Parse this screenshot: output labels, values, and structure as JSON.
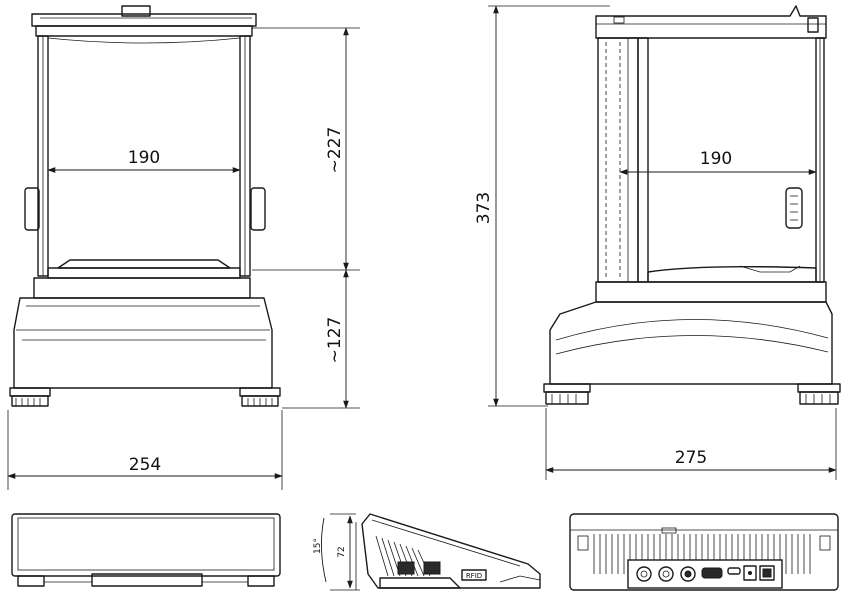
{
  "front_view": {
    "width_inner_label": "190",
    "upper_height_label": "~227",
    "lower_height_label": "~127",
    "overall_width_label": "254"
  },
  "side_view": {
    "depth_inner_label": "190",
    "overall_height_label": "373",
    "overall_depth_label": "275"
  },
  "display_side_view": {
    "angle_label": "15°",
    "height_label": "72",
    "rfid_label": "RFID"
  }
}
